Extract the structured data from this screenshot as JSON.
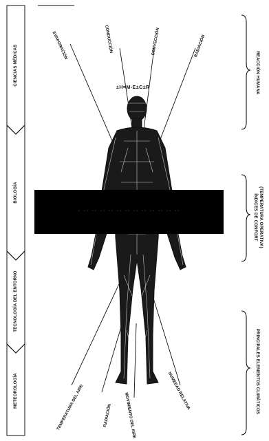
{
  "disciplines": [
    "CIENCIAS MÉDICAS",
    "BIOLOGÍA",
    "TECNOLOGÍA DEL ENTORNO",
    "METEOROLOGÍA"
  ],
  "top_labels": [
    "EVAPORACIÓN",
    "CONDUCCIÓN",
    "CONVECCIÓN",
    "RADIACIÓN"
  ],
  "formula": "±H=M-E±C±R",
  "bottom_labels": [
    "TEMPERATURA DEL AIRE",
    "RADIACIÓN",
    "MOVIMIENTO DEL AIRE",
    "HUMEDAD RELATIVA"
  ],
  "right_labels": {
    "reaction": "REACCIÓN HUMANA",
    "indices_line1": "ÍNDICES DE CONFORT",
    "indices_line2": "(TEMPERATURA OPERATIVA)",
    "elements": "PRINCIPALES ELEMENTOS CLIMÁTICOS"
  },
  "bar_text": "· ·· ·· ·· ·· ·· ·· ·· ·· ·· ·· ·· ··"
}
